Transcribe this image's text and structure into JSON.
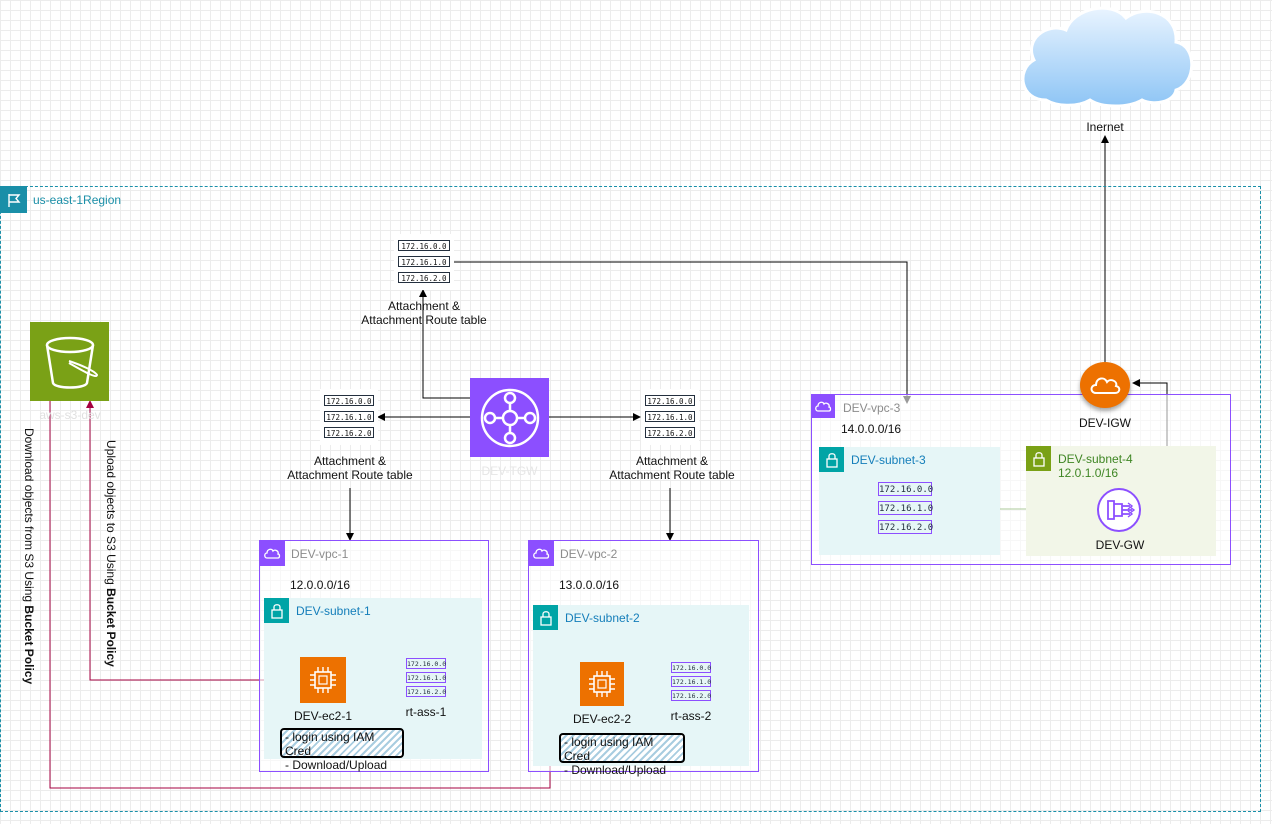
{
  "internet": {
    "label": "Inernet"
  },
  "region": {
    "label": "us-east-1Region"
  },
  "s3": {
    "label": "aws-s3-dev"
  },
  "tgw": {
    "label": "DEV-TGW"
  },
  "attach_top": {
    "label": [
      "Attachment  &",
      "Attachment Route table"
    ]
  },
  "attach_left": {
    "label": [
      "Attachment  &",
      "Attachment Route table"
    ]
  },
  "attach_right": {
    "label": [
      "Attachment  &",
      "Attachment Route table"
    ]
  },
  "route_entries": [
    "172.16.0.0",
    "172.16.1.0",
    "172.16.2.0"
  ],
  "vpc1": {
    "label": "DEV-vpc-1",
    "cidr": "12.0.0.0/16",
    "subnet": "DEV-subnet-1",
    "ec2": "DEV-ec2-1",
    "rt": "rt-ass-1",
    "note": [
      "- login using IAM Cred",
      "- Download/Upload"
    ]
  },
  "vpc2": {
    "label": "DEV-vpc-2",
    "cidr": "13.0.0.0/16",
    "subnet": "DEV-subnet-2",
    "ec2": "DEV-ec2-2",
    "rt": "rt-ass-2",
    "note": [
      "- login using IAM Cred",
      "- Download/Upload"
    ]
  },
  "vpc3": {
    "label": "DEV-vpc-3",
    "cidr": "14.0.0.0/16",
    "subnet3": "DEV-subnet-3",
    "subnet4": "DEV-subnet-4",
    "subnet4_cidr": "12.0.1.0/16",
    "gw": "DEV-GW"
  },
  "igw": {
    "label": "DEV-IGW"
  },
  "side_text": {
    "download_prefix": "Download objects from S3 Using ",
    "download_bold": "Bucket Policy",
    "upload_prefix": "Upload objects to S3 Using ",
    "upload_bold": "Bucket Policy"
  },
  "colors": {
    "vpc": "#8c4fff",
    "subnet_blue": "#00a4a6",
    "subnet_green": "#7aa116",
    "s3": "#7aa116",
    "tgw": "#8c4fff",
    "ec2": "#ed7100",
    "igw": "#ed7100",
    "arrow_red": "#a50040",
    "arrow_green": "#2d7600"
  }
}
